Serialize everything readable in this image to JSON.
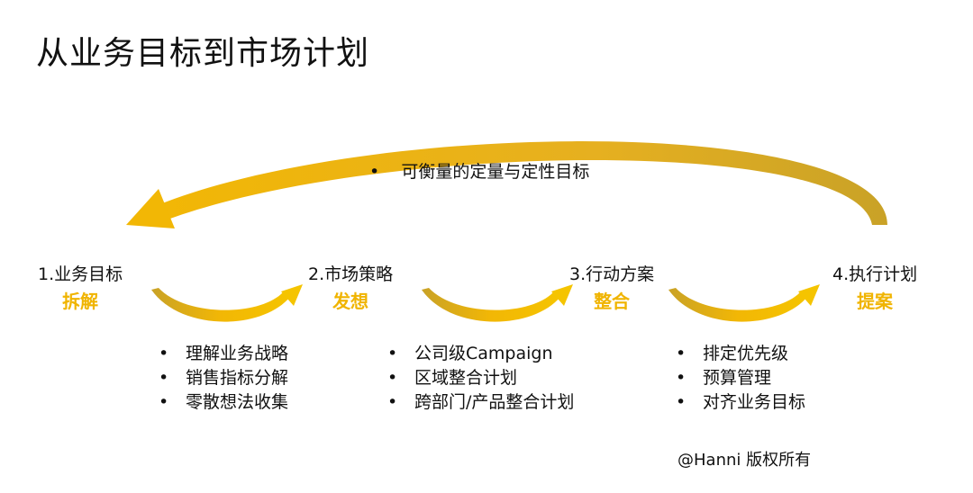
{
  "title": "从业务目标到市场计划",
  "center_note": "可衡量的定量与定性目标",
  "accent_color": "#F0B400",
  "steps": [
    {
      "label": "1.业务目标",
      "action": "拆解"
    },
    {
      "label": "2.市场策略",
      "action": "发想"
    },
    {
      "label": "3.行动方案",
      "action": "整合"
    },
    {
      "label": "4.执行计划",
      "action": "提案"
    }
  ],
  "bullets": [
    [
      "理解业务战略",
      "销售指标分解",
      "零散想法收集"
    ],
    [
      "公司级Campaign",
      "区域整合计划",
      "跨部门/产品整合计划"
    ],
    [
      "排定优先级",
      "预算管理",
      "对齐业务目标"
    ]
  ],
  "copyright": "@Hanni 版权所有"
}
